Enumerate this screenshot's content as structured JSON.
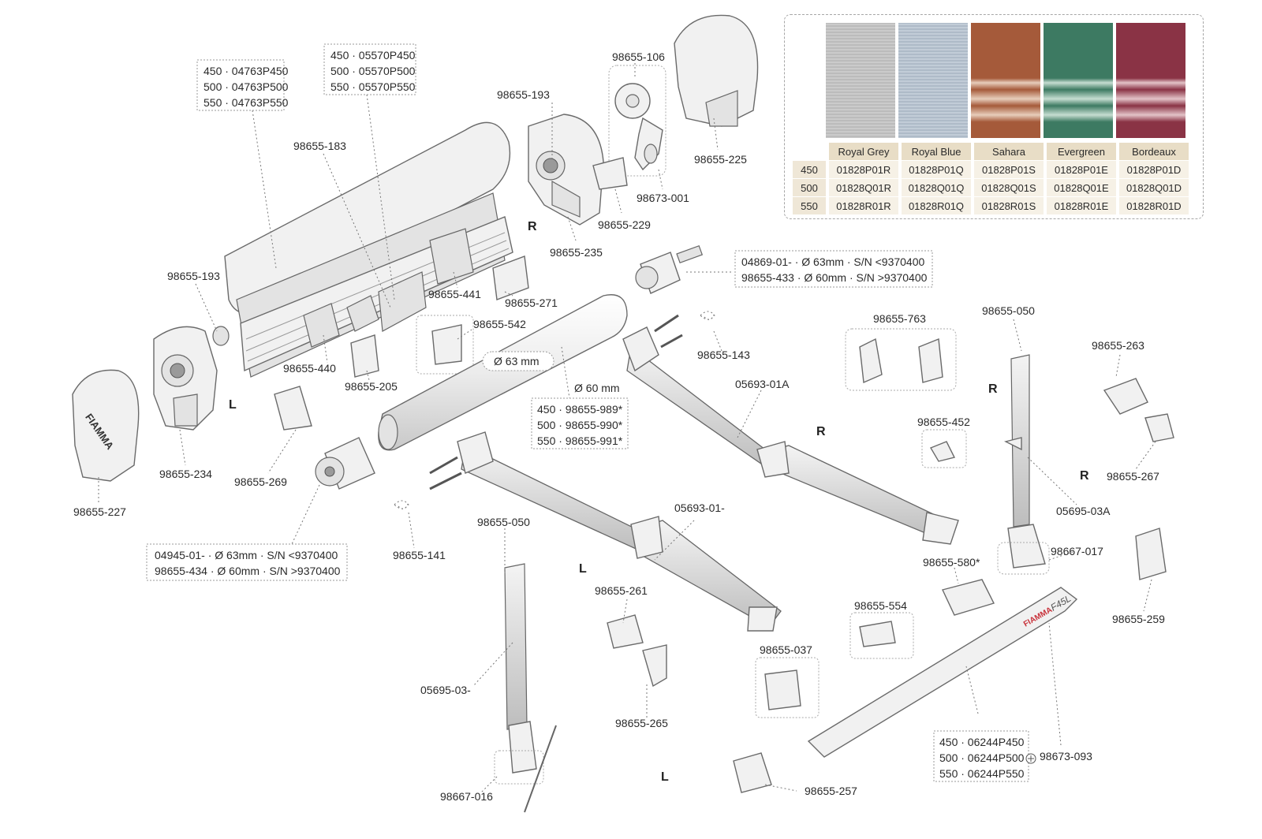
{
  "colors": {
    "frame_fill": "#f1f1f1",
    "stroke": "#6a6a6a",
    "accent_red": "#c8323b",
    "table_bg": "#f6f1e6"
  },
  "boxes": {
    "box_04763": [
      "450 · 04763P450",
      "500 · 04763P500",
      "550 · 04763P550"
    ],
    "box_05570": [
      "450 · 05570P450",
      "500 · 05570P500",
      "550 · 05570P550"
    ],
    "box_04869": [
      "04869-01- · Ø 63mm · S/N <9370400",
      "98655-433 · Ø 60mm · S/N >9370400"
    ],
    "box_04945": [
      "04945-01- · Ø 63mm · S/N <9370400",
      "98655-434 · Ø 60mm · S/N >9370400"
    ],
    "box_98655_989": [
      "450 · 98655-989*",
      "500 · 98655-990*",
      "550 · 98655-991*"
    ],
    "box_06244": [
      "450 · 06244P450",
      "500 · 06244P500",
      "550 · 06244P550"
    ]
  },
  "labels": {
    "p98655_106": "98655-106",
    "p98655_193_top": "98655-193",
    "p98655_225": "98655-225",
    "p98673_001": "98673-001",
    "p98655_229": "98655-229",
    "p98655_235": "98655-235",
    "p98655_183": "98655-183",
    "p98655_193_left": "98655-193",
    "p98655_441": "98655-441",
    "p98655_271": "98655-271",
    "p98655_542": "98655-542",
    "p98655_440": "98655-440",
    "p98655_205": "98655-205",
    "p98655_234": "98655-234",
    "p98655_269": "98655-269",
    "p98655_227": "98655-227",
    "p98655_143": "98655-143",
    "p05693_01A": "05693-01A",
    "p98655_763": "98655-763",
    "p98655_050_r": "98655-050",
    "p98655_263": "98655-263",
    "p98655_452": "98655-452",
    "p98655_267": "98655-267",
    "p05695_03A": "05695-03A",
    "p98667_017": "98667-017",
    "p98655_259": "98655-259",
    "p98655_580": "98655-580*",
    "p98655_554": "98655-554",
    "p98655_037": "98655-037",
    "p05693_01": "05693-01-",
    "p98655_141": "98655-141",
    "p98655_050_l": "98655-050",
    "p98655_261": "98655-261",
    "p98655_265": "98655-265",
    "p05695_03": "05695-03-",
    "p98667_016": "98667-016",
    "p98655_257": "98655-257",
    "p98673_093": "98673-093",
    "tube_63": "Ø 63 mm",
    "tube_60": "Ø 60 mm",
    "brand": "FIAMMA",
    "model": "F45L"
  },
  "sides": {
    "r1": "R",
    "l1": "L",
    "r2": "R",
    "r3": "R",
    "r4": "R",
    "l2": "L",
    "l3": "L"
  },
  "fabric_table": {
    "swatch_colors": [
      {
        "base": "#b4b4b4",
        "stripe": "#d2d2d2"
      },
      {
        "base": "#a5b2c0",
        "stripe": "#cbd5df"
      },
      {
        "base": "#a55a3a",
        "stripe": "#e7cdbb"
      },
      {
        "base": "#3d7a62",
        "stripe": "#c6ddd1"
      },
      {
        "base": "#8a3345",
        "stripe": "#e3c3c8"
      }
    ],
    "columns": [
      "Royal Grey",
      "Royal Blue",
      "Sahara",
      "Evergreen",
      "Bordeaux"
    ],
    "rows": [
      {
        "size": "450",
        "codes": [
          "01828P01R",
          "01828P01Q",
          "01828P01S",
          "01828P01E",
          "01828P01D"
        ]
      },
      {
        "size": "500",
        "codes": [
          "01828Q01R",
          "01828Q01Q",
          "01828Q01S",
          "01828Q01E",
          "01828Q01D"
        ]
      },
      {
        "size": "550",
        "codes": [
          "01828R01R",
          "01828R01Q",
          "01828R01S",
          "01828R01E",
          "01828R01D"
        ]
      }
    ]
  }
}
